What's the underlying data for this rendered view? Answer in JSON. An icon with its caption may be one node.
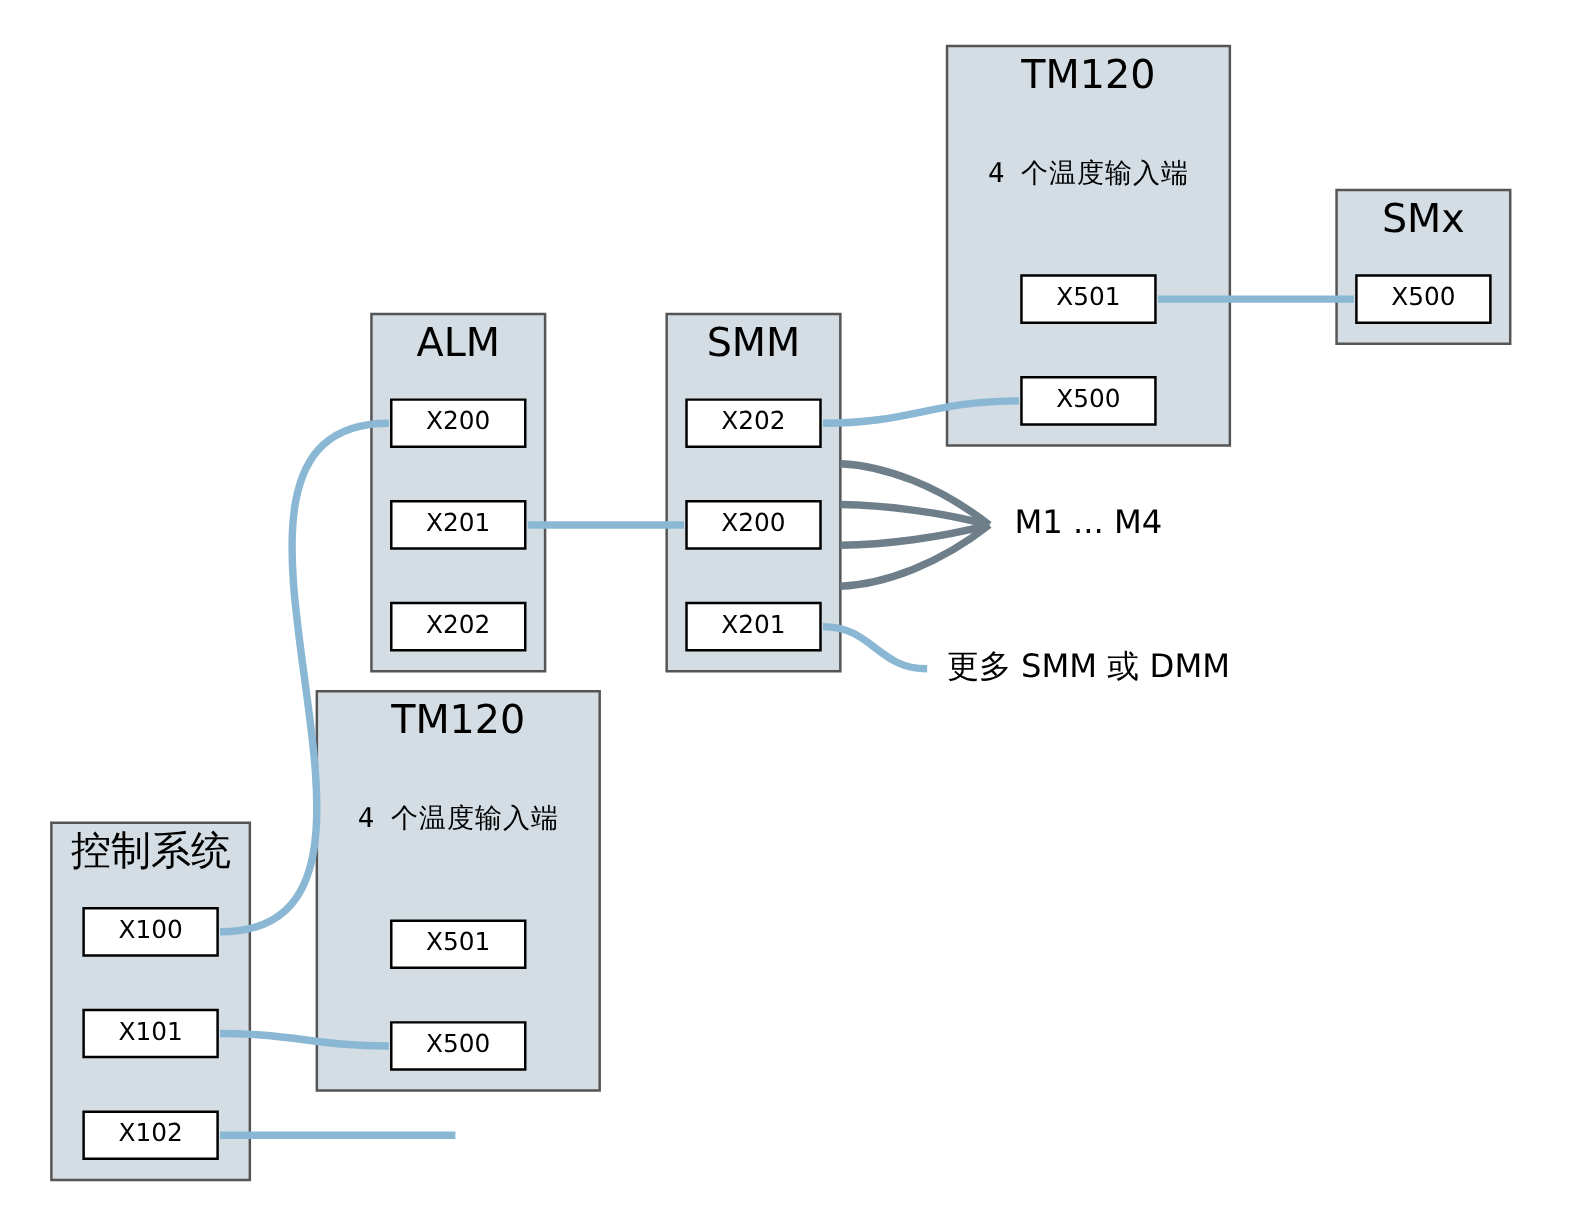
{
  "diagram": {
    "nodes": [
      {
        "text": [
          "控制系统"
        ]
      },
      {
        "text": [
          "X100"
        ],
        "in": 0
      },
      {
        "text": [
          "X101"
        ],
        "in": 0
      },
      {
        "text": [
          "X102"
        ],
        "in": 0
      },
      {
        "text": [
          "ALM"
        ]
      },
      {
        "text": [
          "X202"
        ],
        "in": 4
      },
      {
        "text": [
          "X201"
        ],
        "in": 4
      },
      {
        "text": [
          "X200"
        ],
        "in": 4
      },
      {
        "text": [
          "SMM"
        ]
      },
      {
        "text": [
          "X202"
        ],
        "in": 8
      },
      {
        "text": [
          "X201"
        ],
        "in": 8
      },
      {
        "text": [
          "X200"
        ],
        "in": 8
      },
      {
        "text": [
          "TM120"
        ],
        "beside": [
          "4 个温度输入端"
        ]
      },
      {
        "text": [
          "X500"
        ],
        "in": 12
      },
      {
        "text": [
          "X501"
        ],
        "in": 12
      },
      {
        "text": [
          "TM120"
        ],
        "beside": [
          "4 个温度输入端"
        ]
      },
      {
        "text": [
          "X500"
        ],
        "in": 15
      },
      {
        "text": [
          "X501"
        ],
        "in": 15
      },
      {
        "text": [
          "SMx"
        ]
      },
      {
        "text": [
          "X500"
        ],
        "in": 18
      },
      {
        "text": [
          "更多 SMM 或 DMM"
        ]
      },
      {
        "text": [
          "M1 ... M4"
        ]
      }
    ],
    "edges": [
      {
        "from": 1,
        "to": 7,
        "arrow": "none"
      },
      {
        "from": 2,
        "to": 13,
        "arrow": "none"
      },
      {
        "from": 3,
        "to": null,
        "arrow": "none"
      },
      {
        "from": 6,
        "to": 11,
        "arrow": "none"
      },
      {
        "from": 9,
        "to": 16,
        "arrow": "none"
      },
      {
        "from": 10,
        "to": 20,
        "arrow": "none"
      },
      {
        "from": 17,
        "to": 19,
        "arrow": "none"
      },
      {
        "from": 8,
        "to": 21,
        "arrow": "none",
        "color": "#6e7f8a"
      },
      {
        "from": 8,
        "to": 21,
        "arrow": "none",
        "color": "#6e7f8a"
      },
      {
        "from": 8,
        "to": 21,
        "arrow": "none",
        "color": "#6e7f8a"
      },
      {
        "from": 8,
        "to": 21,
        "arrow": "none",
        "color": "#6e7f8a"
      }
    ]
  }
}
